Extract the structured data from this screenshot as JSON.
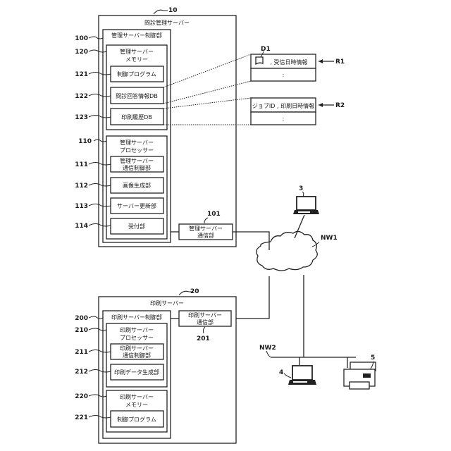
{
  "management_server": {
    "ref": "10",
    "title": "問診管理サーバー",
    "control_unit": {
      "ref": "100",
      "label": "管理サーバー制御部"
    },
    "memory": {
      "ref": "120",
      "label_line1": "管理サーバー",
      "label_line2": "メモリー",
      "items": [
        {
          "ref": "121",
          "label": "制御プログラム"
        },
        {
          "ref": "122",
          "label": "問診回答情報DB"
        },
        {
          "ref": "123",
          "label": "印刷履歴DB"
        }
      ]
    },
    "processor": {
      "ref": "110",
      "label_line1": "管理サーバー",
      "label_line2": "プロセッサー",
      "items": [
        {
          "ref": "111",
          "label_line1": "管理サーバー",
          "label_line2": "通信制御部"
        },
        {
          "ref": "112",
          "label": "画像生成部"
        },
        {
          "ref": "113",
          "label": "サーバー更新部"
        },
        {
          "ref": "114",
          "label": "受付部"
        }
      ]
    },
    "comm_unit": {
      "ref": "101",
      "label_line1": "管理サーバー",
      "label_line2": "通信部"
    }
  },
  "records": {
    "r1": {
      "ref": "R1",
      "doc_ref": "D1",
      "row1": ", 受信日時情報",
      "row2": ":"
    },
    "r2": {
      "ref": "R2",
      "row1": "ジョブID , 印刷日時情報",
      "row2": ":"
    }
  },
  "print_server": {
    "ref": "20",
    "title": "印刷サーバー",
    "control_unit": {
      "ref": "200",
      "label": "印刷サーバー制御部"
    },
    "processor": {
      "ref": "210",
      "label_line1": "印刷サーバー",
      "label_line2": "プロセッサー",
      "items": [
        {
          "ref": "211",
          "label_line1": "印刷サーバー",
          "label_line2": "通信制御部"
        },
        {
          "ref": "212",
          "label": "印刷データ生成部"
        }
      ]
    },
    "memory": {
      "ref": "220",
      "label_line1": "印刷サーバー",
      "label_line2": "メモリー",
      "items": [
        {
          "ref": "221",
          "label": "制御プログラム"
        }
      ]
    },
    "comm_unit": {
      "ref": "201",
      "label_line1": "印刷サーバー",
      "label_line2": "通信部"
    }
  },
  "network": {
    "nw1": "NW1",
    "nw2": "NW2",
    "terminal_3": "3",
    "terminal_4": "4",
    "printer_5": "5"
  }
}
